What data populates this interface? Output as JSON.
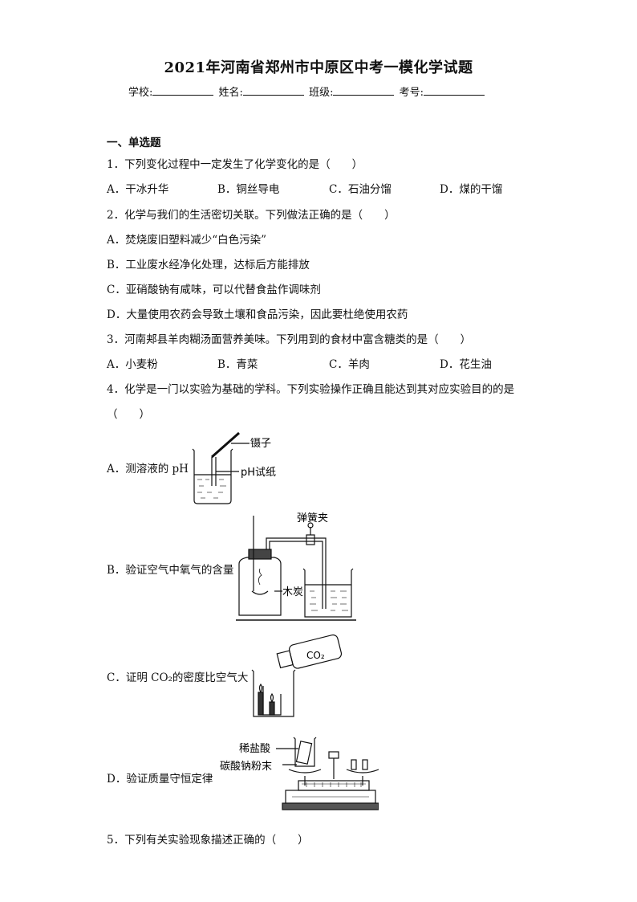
{
  "title": "2021年河南省郑州市中原区中考一模化学试题",
  "info": {
    "school_label": "学校:",
    "name_label": "姓名:",
    "class_label": "班级:",
    "number_label": "考号:"
  },
  "section": "一、单选题",
  "q1": {
    "stem": "1．下列变化过程中一定发生了化学变化的是（　　）",
    "a": "A．干冰升华",
    "b": "B．铜丝导电",
    "c": "C．石油分馏",
    "d": "D．煤的干馏"
  },
  "q2": {
    "stem": "2．化学与我们的生活密切关联。下列做法正确的是（　　）",
    "a": "A．焚烧废旧塑料减少“白色污染”",
    "b": "B．工业废水经净化处理，达标后方能排放",
    "c": "C．亚硝酸钠有咸味，可以代替食盐作调味剂",
    "d": "D．大量使用农药会导致土壤和食品污染，因此要杜绝使用农药"
  },
  "q3": {
    "stem": "3．河南郏县羊肉糊汤面营养美味。下列用到的食材中富含糖类的是（　　）",
    "a": "A．小麦粉",
    "b": "B．青菜",
    "c": "C．羊肉",
    "d": "D．花生油"
  },
  "q4": {
    "stem": "4．化学是一门以实验为基础的学科。下列实验操作正确且能达到其对应实验目的的是",
    "stem2": "（　　）",
    "a": "A．测溶液的 pH",
    "a_tweezer": "镊子",
    "a_paper": "pH试纸",
    "b": "B．验证空气中氧气的含量",
    "b_clip": "弹簧夹",
    "b_charcoal": "木炭",
    "c": "C．证明 CO₂的密度比空气大",
    "c_bottle": "CO₂",
    "d": "D．验证质量守恒定律",
    "d_acid": "稀盐酸",
    "d_powder": "碳酸钠粉末"
  },
  "q5": {
    "stem": "5．下列有关实验现象描述正确的（　　）"
  }
}
